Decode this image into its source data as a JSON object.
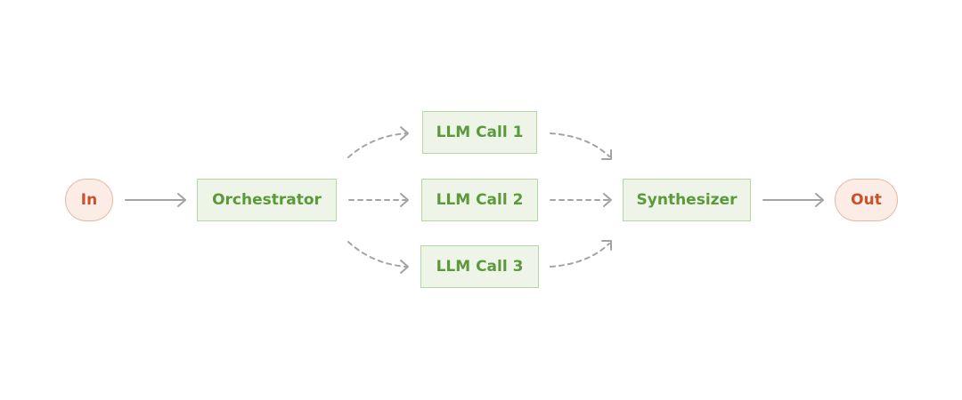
{
  "nodes": {
    "input": "In",
    "orchestrator": "Orchestrator",
    "llm_call_1": "LLM Call 1",
    "llm_call_2": "LLM Call 2",
    "llm_call_3": "LLM Call 3",
    "synthesizer": "Synthesizer",
    "output": "Out"
  },
  "edges": [
    {
      "from": "In",
      "to": "Orchestrator",
      "style": "solid"
    },
    {
      "from": "Orchestrator",
      "to": "LLM Call 1",
      "style": "dashed"
    },
    {
      "from": "Orchestrator",
      "to": "LLM Call 2",
      "style": "dashed"
    },
    {
      "from": "Orchestrator",
      "to": "LLM Call 3",
      "style": "dashed"
    },
    {
      "from": "LLM Call 1",
      "to": "Synthesizer",
      "style": "dashed"
    },
    {
      "from": "LLM Call 2",
      "to": "Synthesizer",
      "style": "dashed"
    },
    {
      "from": "LLM Call 3",
      "to": "Synthesizer",
      "style": "dashed"
    },
    {
      "from": "Synthesizer",
      "to": "Out",
      "style": "solid"
    }
  ],
  "colors": {
    "io_fill": "#fcece6",
    "io_border": "#eab6a2",
    "io_text": "#c7522c",
    "step_fill": "#eef5e8",
    "step_border": "#b3d8a2",
    "step_text": "#5a9a3a",
    "arrow": "#a3a3a3"
  }
}
